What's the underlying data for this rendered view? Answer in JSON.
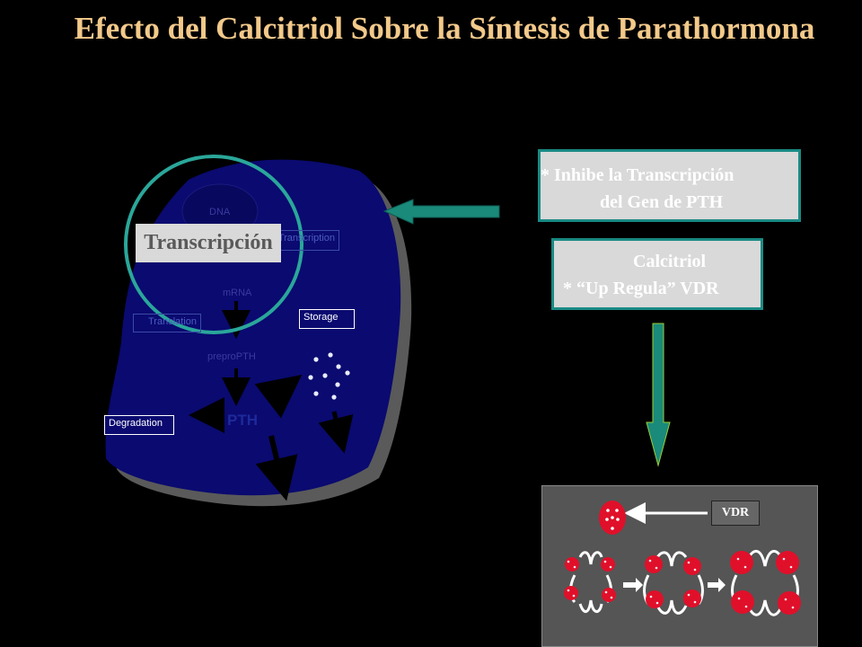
{
  "title": "Efecto del Calcitriol Sobre la Síntesis de Parathormona",
  "cell": {
    "dna_label": "DNA",
    "transcription_label": "Transcription",
    "mrna_label": "mRNA",
    "translation_label": "Translation",
    "storage_label": "Storage",
    "prepro_label": "preproPTH",
    "pth_label": "PTH",
    "degradation_label": "Degradation",
    "highlight_label": "Transcripción"
  },
  "effects": {
    "inhibe_line1": "*  Inhibe la Transcripción",
    "inhibe_line2": "del Gen de PTH",
    "calcitriol_line1": "Calcitriol",
    "calcitriol_line2": "*  “Up Regula” VDR"
  },
  "vdr_panel": {
    "label": "VDR"
  },
  "colors": {
    "title": "#f2c98a",
    "cell_fill": "#0a0a70",
    "cell_shadow": "#5a5a5a",
    "circle": "#2aa79a",
    "arrow": "#1a8a7a",
    "box_fill": "#d9d9d9",
    "box_border": "#1a8a84",
    "receptor_red": "#e0102a"
  }
}
